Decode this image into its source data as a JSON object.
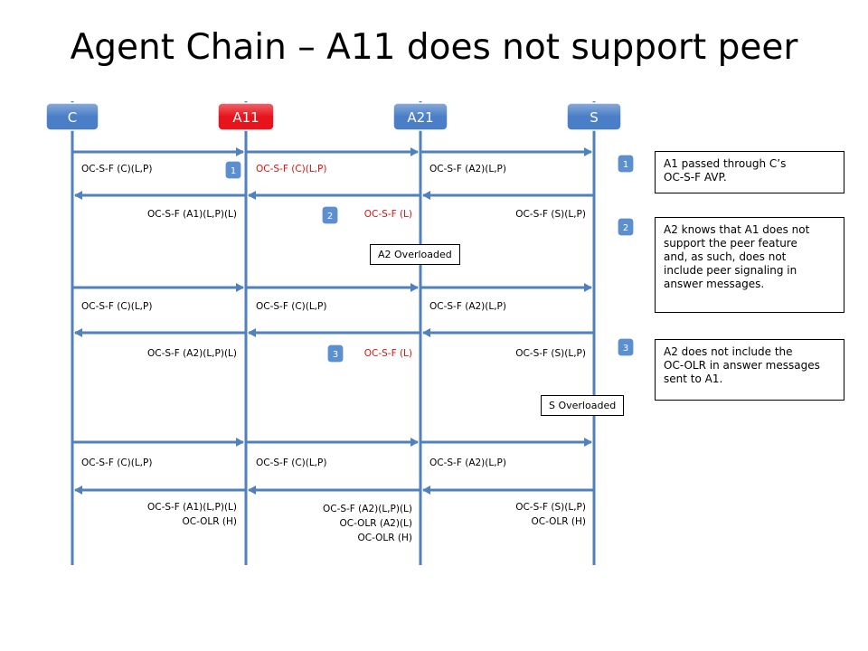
{
  "title": "Agent Chain – A11 does not support peer",
  "actors": [
    {
      "label": "C",
      "color": "#4a7ec6"
    },
    {
      "label": "A11",
      "color": "#e8141c"
    },
    {
      "label": "A21",
      "color": "#4a7ec6"
    },
    {
      "label": "S",
      "color": "#4a7ec6"
    }
  ],
  "colors": {
    "line": "#4f81bd",
    "arrow": "#4f81bd",
    "badge": "#5b8fd0",
    "highlight": "#e01010"
  },
  "messages": [
    {
      "lines": [
        "OC-S-F (C)(L,P)"
      ],
      "red": false
    },
    {
      "lines": [
        "OC-S-F (C)(L,P)"
      ],
      "red": true
    },
    {
      "lines": [
        "OC-S-F (A2)(L,P)"
      ],
      "red": false
    },
    {
      "lines": [
        "OC-S-F (A1)(L,P)(L)"
      ],
      "red": false
    },
    {
      "lines": [
        "OC-S-F (L)"
      ],
      "red": true
    },
    {
      "lines": [
        "OC-S-F (S)(L,P)"
      ],
      "red": false
    },
    {
      "lines": [
        "OC-S-F (C)(L,P)"
      ],
      "red": false
    },
    {
      "lines": [
        "OC-S-F (C)(L,P)"
      ],
      "red": false
    },
    {
      "lines": [
        "OC-S-F (A2)(L,P)"
      ],
      "red": false
    },
    {
      "lines": [
        "OC-S-F (A2)(L,P)(L)"
      ],
      "red": false
    },
    {
      "lines": [
        "OC-S-F (L)"
      ],
      "red": true
    },
    {
      "lines": [
        "OC-S-F (S)(L,P)"
      ],
      "red": false
    },
    {
      "lines": [
        "OC-S-F (C)(L,P)"
      ],
      "red": false
    },
    {
      "lines": [
        "OC-S-F (C)(L,P)"
      ],
      "red": false
    },
    {
      "lines": [
        "OC-S-F (A2)(L,P)"
      ],
      "red": false
    },
    {
      "lines": [
        "OC-S-F (A1)(L,P)(L)",
        "OC-OLR (H)"
      ],
      "red": false
    },
    {
      "lines": [
        "OC-S-F (A2)(L,P)(L)",
        "OC-OLR (A2)(L)",
        "OC-OLR (H)"
      ],
      "red": false
    },
    {
      "lines": [
        "OC-S-F (S)(L,P)",
        "OC-OLR (H)"
      ],
      "red": false
    }
  ],
  "badges": [
    "1",
    "2",
    "3"
  ],
  "side_badges": [
    "1",
    "2",
    "3"
  ],
  "overloads": [
    "A2 Overloaded",
    "S Overloaded"
  ],
  "notes": [
    "A1 passed through C’s\nOC-S-F AVP.",
    "A2 knows that A1 does not\nsupport the peer feature\nand, as such, does not\ninclude peer signaling in\nanswer messages.",
    "A2 does not include the\nOC-OLR in answer messages\nsent to A1."
  ]
}
